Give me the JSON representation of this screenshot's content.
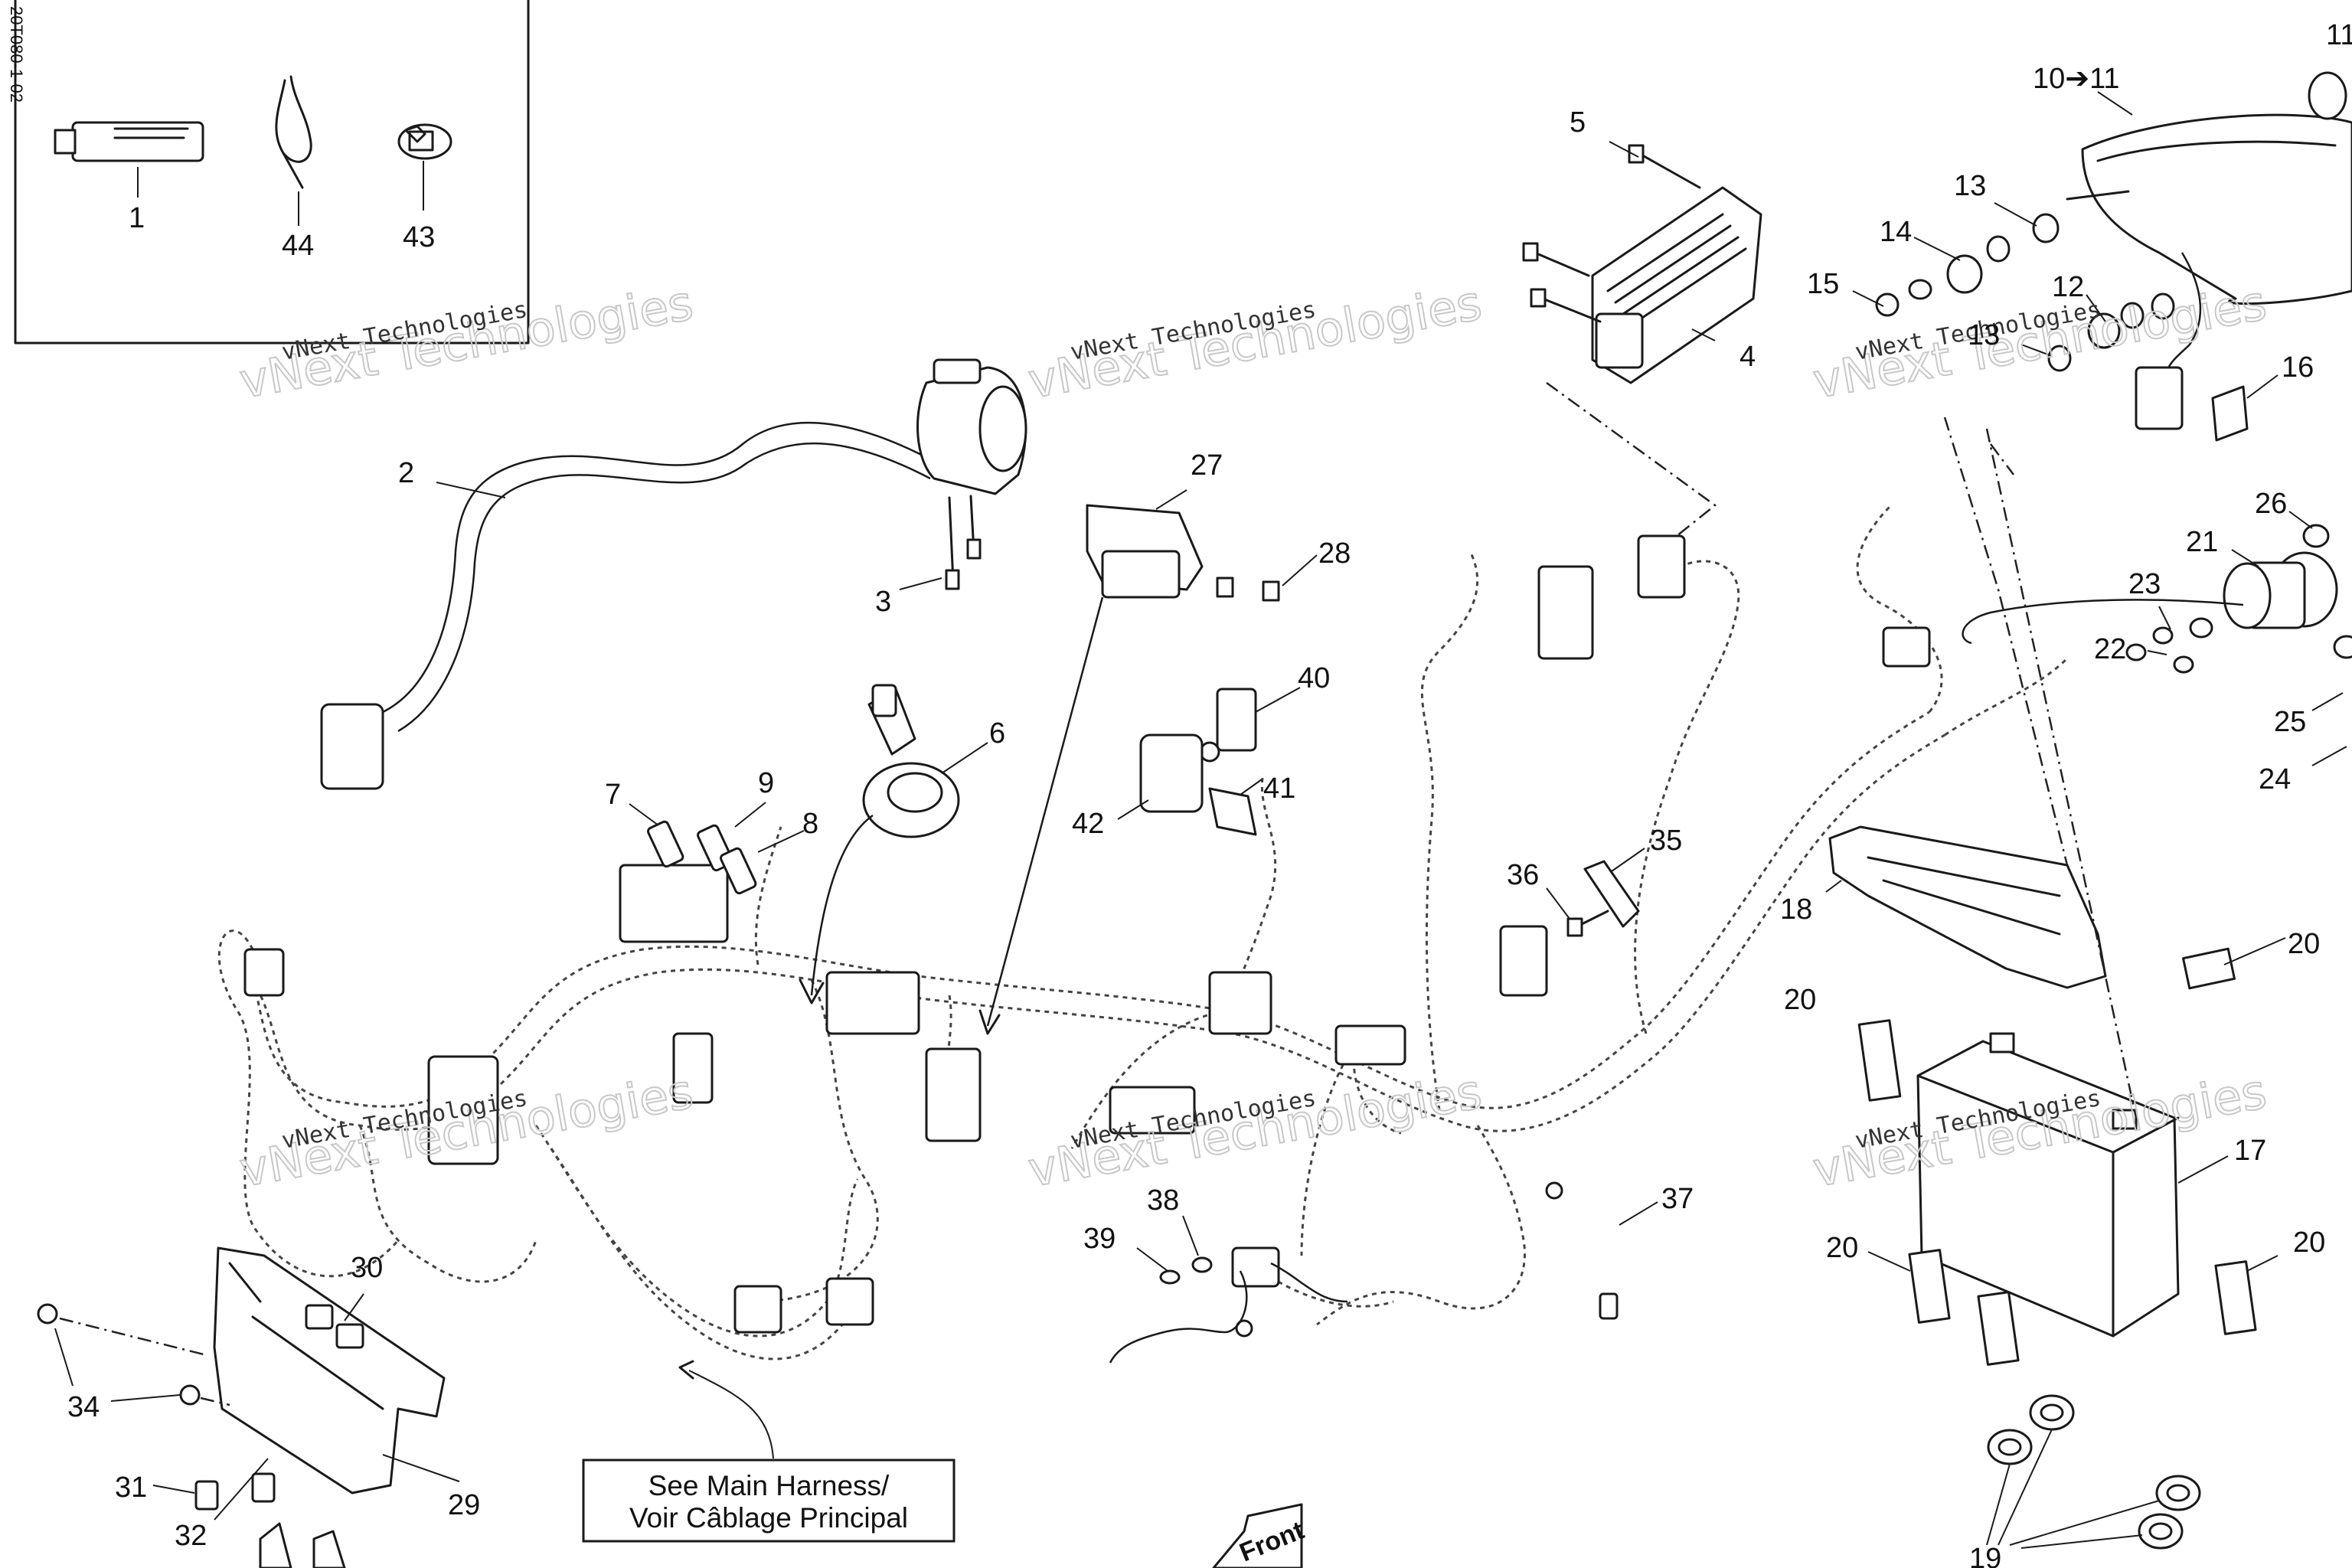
{
  "vertical_code": "20T080-1-02",
  "callouts": [
    {
      "id": "c1",
      "text": "1"
    },
    {
      "id": "c44",
      "text": "44"
    },
    {
      "id": "c43",
      "text": "43"
    },
    {
      "id": "c2",
      "text": "2"
    },
    {
      "id": "c3",
      "text": "3"
    },
    {
      "id": "c27",
      "text": "27"
    },
    {
      "id": "c28",
      "text": "28"
    },
    {
      "id": "c6",
      "text": "6"
    },
    {
      "id": "c7",
      "text": "7"
    },
    {
      "id": "c9",
      "text": "9"
    },
    {
      "id": "c8",
      "text": "8"
    },
    {
      "id": "c40",
      "text": "40"
    },
    {
      "id": "c41",
      "text": "41"
    },
    {
      "id": "c42",
      "text": "42"
    },
    {
      "id": "c5",
      "text": "5"
    },
    {
      "id": "c4",
      "text": "4"
    },
    {
      "id": "c1011",
      "text": "10➔11"
    },
    {
      "id": "c11",
      "text": "11"
    },
    {
      "id": "c13a",
      "text": "13"
    },
    {
      "id": "c14",
      "text": "14"
    },
    {
      "id": "c15",
      "text": "15"
    },
    {
      "id": "c12",
      "text": "12"
    },
    {
      "id": "c13b",
      "text": "13"
    },
    {
      "id": "c16",
      "text": "16"
    },
    {
      "id": "c26",
      "text": "26"
    },
    {
      "id": "c21",
      "text": "21"
    },
    {
      "id": "c23",
      "text": "23"
    },
    {
      "id": "c22",
      "text": "22"
    },
    {
      "id": "c25",
      "text": "25"
    },
    {
      "id": "c24",
      "text": "24"
    },
    {
      "id": "c35",
      "text": "35"
    },
    {
      "id": "c36",
      "text": "36"
    },
    {
      "id": "c18",
      "text": "18"
    },
    {
      "id": "c20a",
      "text": "20"
    },
    {
      "id": "c20b",
      "text": "20"
    },
    {
      "id": "c17",
      "text": "17"
    },
    {
      "id": "c20c",
      "text": "20"
    },
    {
      "id": "c20d",
      "text": "20"
    },
    {
      "id": "c37",
      "text": "37"
    },
    {
      "id": "c38",
      "text": "38"
    },
    {
      "id": "c39",
      "text": "39"
    },
    {
      "id": "c30",
      "text": "30"
    },
    {
      "id": "c34",
      "text": "34"
    },
    {
      "id": "c31",
      "text": "31"
    },
    {
      "id": "c32",
      "text": "32"
    },
    {
      "id": "c29",
      "text": "29"
    },
    {
      "id": "c19",
      "text": "19"
    }
  ],
  "note_box": {
    "line1": "See Main Harness/",
    "line2": "Voir Câblage Principal"
  },
  "front_label": "Front",
  "watermarks": {
    "line1": "vNext Technologies",
    "line2": "vNext Technologies"
  }
}
